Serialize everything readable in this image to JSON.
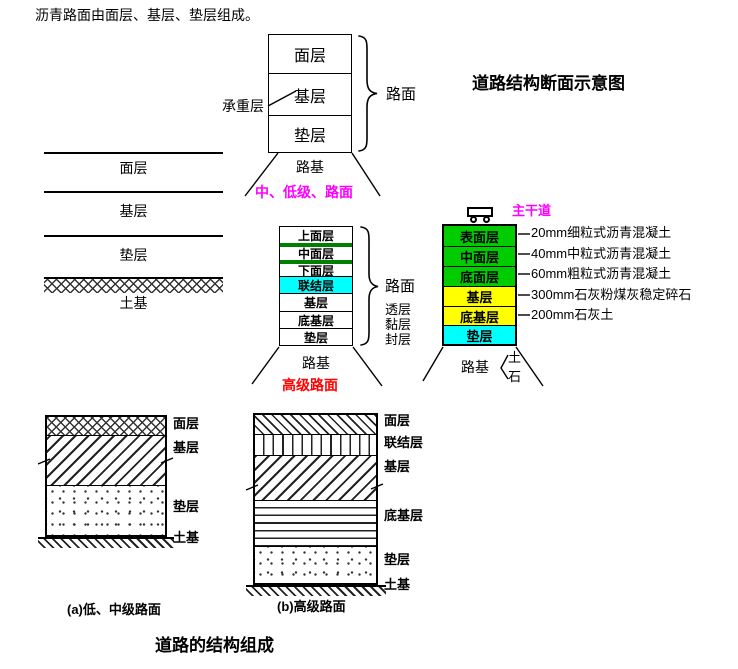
{
  "intro": "沥青路面由面层、基层、垫层组成。",
  "section_title": "道路结构断面示意图",
  "footer_title": "道路的结构组成",
  "colors": {
    "layer_green": "#00cc00",
    "tack_coat_green": "#008000",
    "layer_yellow": "#ffff00",
    "layer_cyan": "#00ffff",
    "accent_magenta": "#ff00ff",
    "accent_red": "#ff0000"
  },
  "top_box": {
    "layers": [
      "面层",
      "基层",
      "垫层"
    ],
    "side_label": "承重层",
    "brace_label": "路面",
    "base_label": "路基",
    "caption": "中、低级、路面"
  },
  "left_profile": {
    "layers": [
      "面层",
      "基层",
      "垫层"
    ],
    "subgrade_label": "土基"
  },
  "mid_box": {
    "layers": [
      "上面层",
      "中面层",
      "下面层",
      "联结层",
      "基层",
      "底基层",
      "垫层"
    ],
    "brace_label": "路面",
    "coats": [
      "透层",
      "黏层",
      "封层"
    ],
    "base_label": "路基",
    "caption": "高级路面"
  },
  "right_box": {
    "road_type": "主干道",
    "layers": [
      {
        "name": "表面层",
        "spec": "20mm细粒式沥青混凝土"
      },
      {
        "name": "中面层",
        "spec": "40mm中粒式沥青混凝土"
      },
      {
        "name": "底面层",
        "spec": "60mm粗粒式沥青混凝土"
      },
      {
        "name": "基层",
        "spec": "300mm石灰粉煤灰稳定碎石"
      },
      {
        "name": "底基层",
        "spec": "200mm石灰土"
      },
      {
        "name": "垫层",
        "spec": ""
      }
    ],
    "base_label": "路基",
    "base_materials": [
      "土",
      "石"
    ]
  },
  "diagram_a": {
    "labels": [
      "面层",
      "基层",
      "垫层",
      "土基"
    ],
    "caption": "(a)低、中级路面"
  },
  "diagram_b": {
    "labels": [
      "面层",
      "联结层",
      "基层",
      "底基层",
      "垫层",
      "土基"
    ],
    "caption": "(b)高级路面"
  }
}
